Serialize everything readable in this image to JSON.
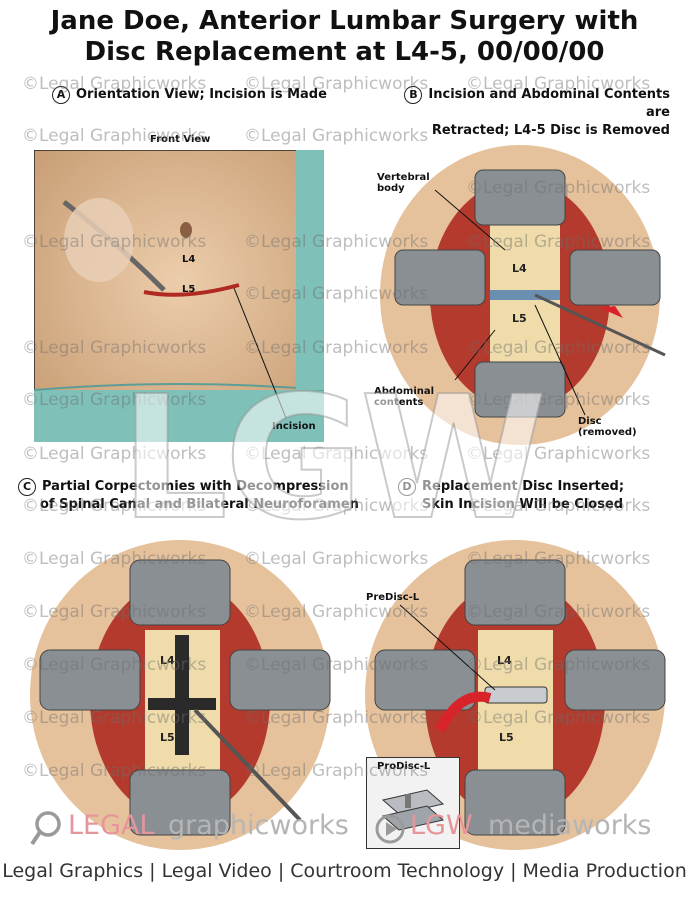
{
  "title": {
    "line1": "Jane Doe, Anterior Lumbar Surgery with",
    "line2": "Disc Replacement at L4-5, 00/00/00"
  },
  "panels": {
    "a": {
      "letter": "A",
      "title": "Orientation View; Incision is Made",
      "front_view": "Front View",
      "l4": "L4",
      "l5": "L5",
      "incision": "Incision"
    },
    "b": {
      "letter": "B",
      "title_line1": "Incision and Abdominal Contents are",
      "title_line2": "Retracted; L4-5 Disc is Removed",
      "vertebral_body": "Vertebral body",
      "abdominal_contents": "Abdominal contents",
      "disc_removed": "Disc (removed)",
      "l4": "L4",
      "l5": "L5"
    },
    "c": {
      "letter": "C",
      "title_line1": "Partial Corpectomies with Decompression",
      "title_line2": "of Spinal Canal and Bilateral Neuroforamen",
      "l4": "L4",
      "l5": "L5"
    },
    "d": {
      "letter": "D",
      "title_line1": "Replacement Disc Inserted;",
      "title_line2": "Skin Incision Will be Closed",
      "prodisc_label": "PreDisc-L",
      "inset_label": "ProDisc-L",
      "l4": "L4",
      "l5": "L5"
    }
  },
  "watermark": {
    "text": "©Legal Graphicworks",
    "big": "LGW"
  },
  "footer": {
    "logo_legal": "LEGAL",
    "logo_graphicworks": "graphicworks",
    "logo_lgw": "LGW",
    "logo_mediaworks": "mediaworks",
    "tagline": "Legal Graphics | Legal Video | Courtroom Technology | Media Production"
  },
  "colors": {
    "skin": "#e2c09a",
    "drape": "#7fc0b8",
    "bone": "#efdcaa",
    "retractor": "#8a8f94",
    "tissue_red": "#b33a2c",
    "accent_red": "#d8232a"
  }
}
